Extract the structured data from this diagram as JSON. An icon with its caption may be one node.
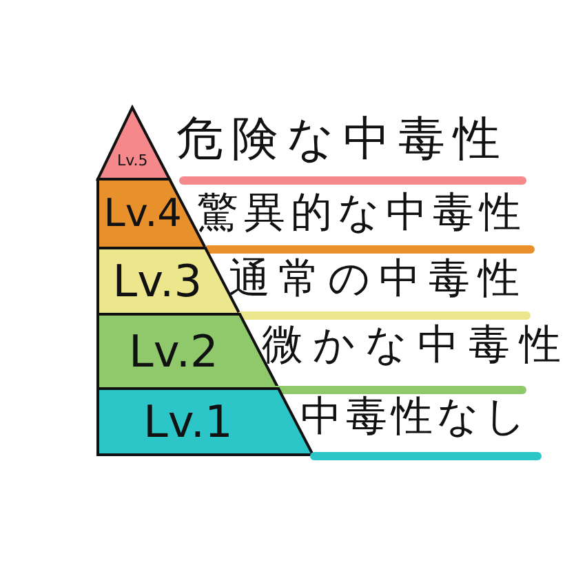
{
  "diagram": {
    "nodes": [
      {
        "text": [
          "Lv.5"
        ],
        "beside": [
          "危険な中毒性"
        ]
      },
      {
        "text": [
          "Lv.4"
        ],
        "beside": [
          "驚異的な中毒性"
        ]
      },
      {
        "text": [
          "Lv.3"
        ],
        "beside": [
          "通常の中毒性"
        ]
      },
      {
        "text": [
          "Lv.2"
        ],
        "beside": [
          "微かな中毒性"
        ]
      },
      {
        "text": [
          "Lv.1"
        ],
        "beside": [
          "中毒性なし"
        ]
      }
    ],
    "edges": []
  }
}
